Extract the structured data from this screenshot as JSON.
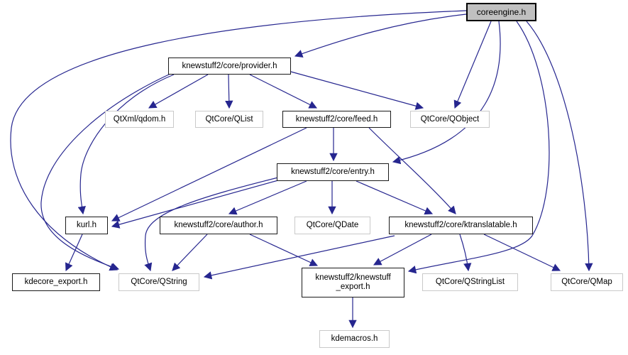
{
  "colors": {
    "edge": "#26268f",
    "main_node_bg": "#c0c0c0",
    "doc_node_border": "#1a1a1a",
    "external_node_border": "#c9c9c9",
    "background": "#ffffff"
  },
  "nodes": [
    {
      "id": "coreengine",
      "label": "coreengine.h"
    },
    {
      "id": "provider",
      "label": "knewstuff2/core/provider.h"
    },
    {
      "id": "qdom",
      "label": "QtXml/qdom.h"
    },
    {
      "id": "qlist",
      "label": "QtCore/QList"
    },
    {
      "id": "feed",
      "label": "knewstuff2/core/feed.h"
    },
    {
      "id": "qobject",
      "label": "QtCore/QObject"
    },
    {
      "id": "entry",
      "label": "knewstuff2/core/entry.h"
    },
    {
      "id": "kurl",
      "label": "kurl.h"
    },
    {
      "id": "author",
      "label": "knewstuff2/core/author.h"
    },
    {
      "id": "qdate",
      "label": "QtCore/QDate"
    },
    {
      "id": "ktranslatable",
      "label": "knewstuff2/core/ktranslatable.h"
    },
    {
      "id": "kdecore",
      "label": "kdecore_export.h"
    },
    {
      "id": "qstring",
      "label": "QtCore/QString"
    },
    {
      "id": "knewstuff_export",
      "label": "knewstuff2/knewstuff_export.h",
      "line1": "knewstuff2/knewstuff",
      "line2": "_export.h"
    },
    {
      "id": "qstringlist",
      "label": "QtCore/QStringList"
    },
    {
      "id": "qmap",
      "label": "QtCore/QMap"
    },
    {
      "id": "kdemacros",
      "label": "kdemacros.h"
    }
  ],
  "edges": [
    {
      "from": "coreengine",
      "to": "provider"
    },
    {
      "from": "coreengine",
      "to": "entry"
    },
    {
      "from": "coreengine",
      "to": "qobject"
    },
    {
      "from": "coreengine",
      "to": "qstring"
    },
    {
      "from": "coreengine",
      "to": "qmap"
    },
    {
      "from": "coreengine",
      "to": "knewstuff_export"
    },
    {
      "from": "provider",
      "to": "qdom"
    },
    {
      "from": "provider",
      "to": "qlist"
    },
    {
      "from": "provider",
      "to": "feed"
    },
    {
      "from": "provider",
      "to": "qobject"
    },
    {
      "from": "provider",
      "to": "kurl"
    },
    {
      "from": "provider",
      "to": "qstring"
    },
    {
      "from": "feed",
      "to": "entry"
    },
    {
      "from": "feed",
      "to": "kurl"
    },
    {
      "from": "feed",
      "to": "ktranslatable"
    },
    {
      "from": "entry",
      "to": "kurl"
    },
    {
      "from": "entry",
      "to": "author"
    },
    {
      "from": "entry",
      "to": "qdate"
    },
    {
      "from": "entry",
      "to": "ktranslatable"
    },
    {
      "from": "entry",
      "to": "qstring"
    },
    {
      "from": "author",
      "to": "qstring"
    },
    {
      "from": "author",
      "to": "knewstuff_export"
    },
    {
      "from": "ktranslatable",
      "to": "qstring"
    },
    {
      "from": "ktranslatable",
      "to": "knewstuff_export"
    },
    {
      "from": "ktranslatable",
      "to": "qstringlist"
    },
    {
      "from": "ktranslatable",
      "to": "qmap"
    },
    {
      "from": "kurl",
      "to": "kdecore"
    },
    {
      "from": "knewstuff_export",
      "to": "kdemacros"
    }
  ]
}
